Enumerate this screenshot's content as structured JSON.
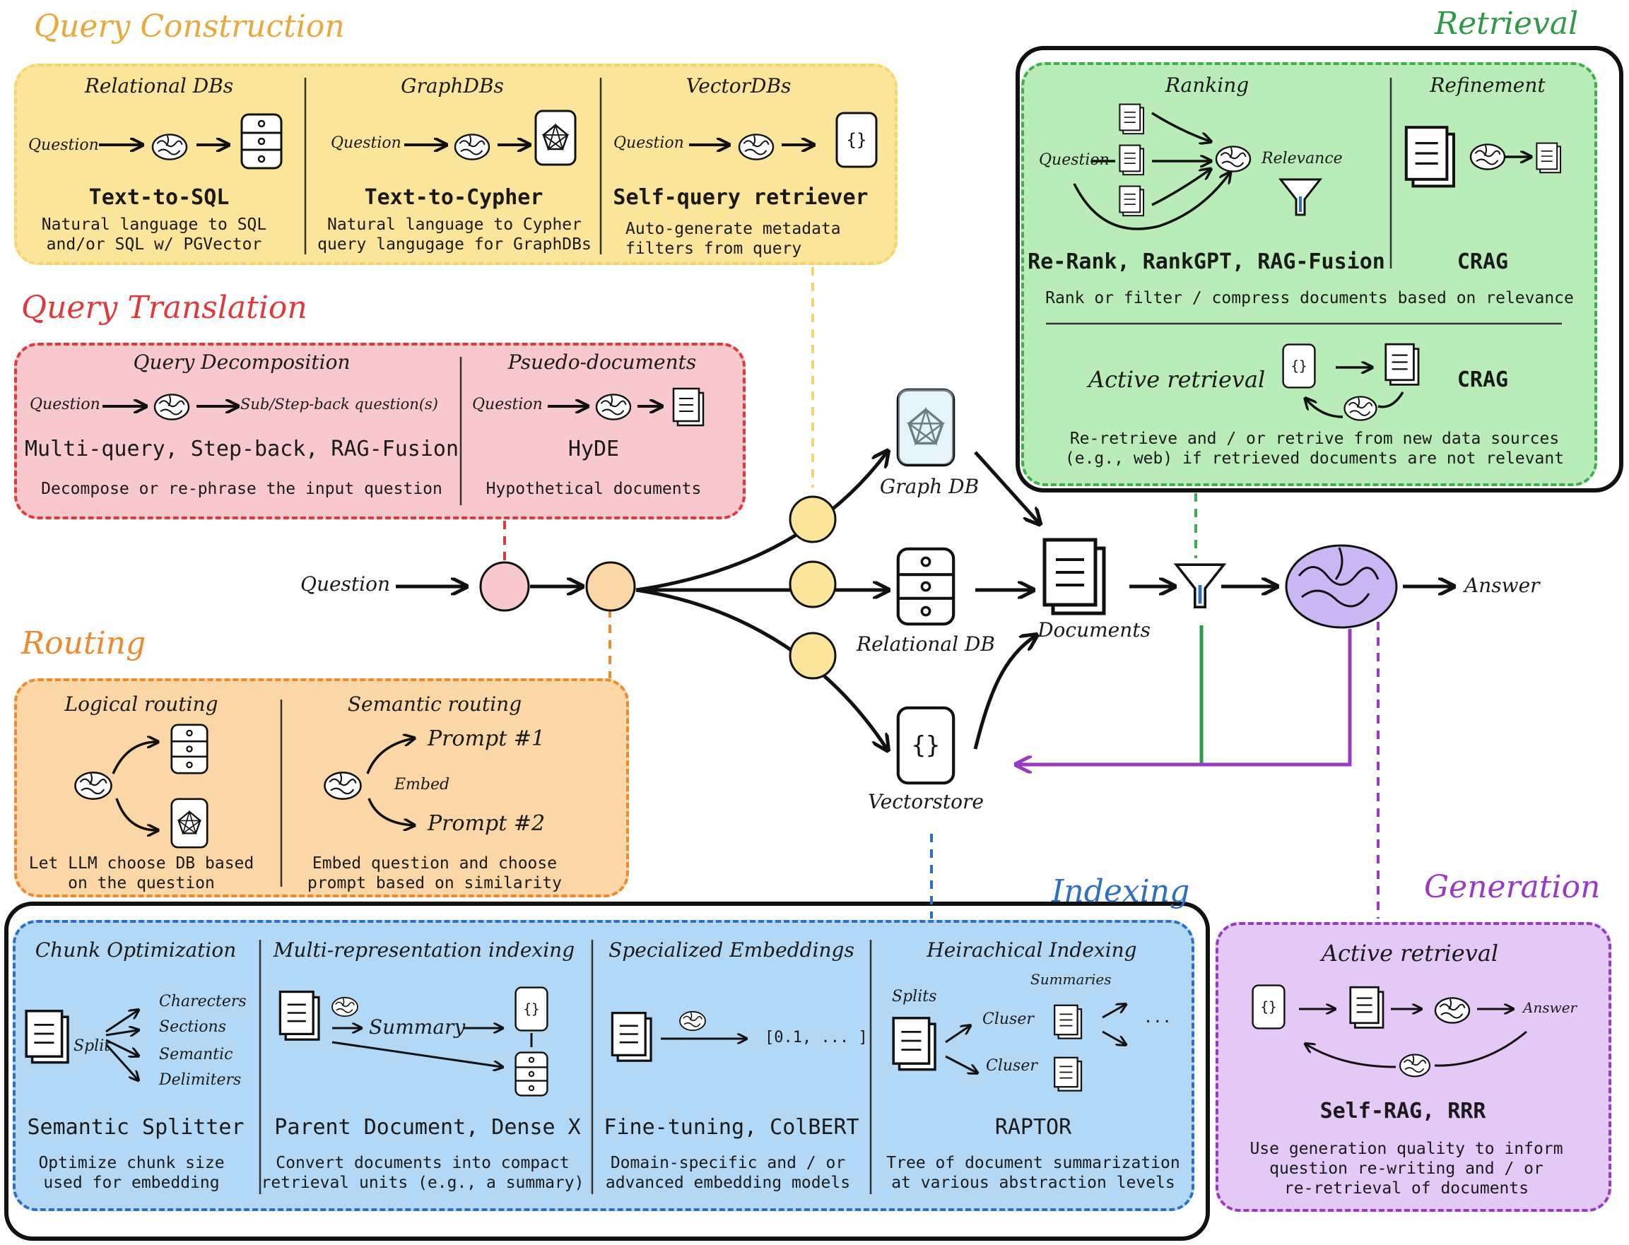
{
  "colors": {
    "yellow_bg": "#fbe59a",
    "yellow_border": "#f0c548",
    "red_bg": "#f8c9cc",
    "red_border": "#e0383d",
    "orange_bg": "#fbd7a8",
    "orange_border": "#ee8a2e",
    "green_bg": "#b9ecb8",
    "green_border": "#3fae4f",
    "blue_bg": "#b3d8f6",
    "blue_border": "#2d6fc2",
    "purple_bg": "#e3c9f5",
    "purple_border": "#9a39c4"
  },
  "sections": {
    "query_construction": {
      "title": "Query Construction",
      "panels": [
        {
          "title": "Relational DBs",
          "question": "Question",
          "method": "Text-to-SQL",
          "desc": "Natural language to SQL\nand/or SQL w/ PGVector",
          "icon": "relational-db-icon"
        },
        {
          "title": "GraphDBs",
          "question": "Question",
          "method": "Text-to-Cypher",
          "desc": "Natural language to Cypher\nquery langugage for GraphDBs",
          "icon": "graph-db-icon"
        },
        {
          "title": "VectorDBs",
          "question": "Question",
          "method": "Self-query retriever",
          "desc": "Auto-generate metadata\nfilters from query",
          "icon": "vector-db-icon"
        }
      ]
    },
    "query_translation": {
      "title": "Query Translation",
      "panels": [
        {
          "title": "Query Decomposition",
          "question": "Question",
          "output": "Sub/Step-back question(s)",
          "method": "Multi-query, Step-back, RAG-Fusion",
          "desc": "Decompose or re-phrase the input question"
        },
        {
          "title": "Psuedo-documents",
          "question": "Question",
          "method": "HyDE",
          "desc": "Hypothetical documents"
        }
      ]
    },
    "routing": {
      "title": "Routing",
      "panels": [
        {
          "title": "Logical routing",
          "desc": "Let LLM choose DB based\non the question"
        },
        {
          "title": "Semantic routing",
          "embed": "Embed",
          "prompt1": "Prompt #1",
          "prompt2": "Prompt #2",
          "desc": "Embed question and choose\nprompt based on similarity"
        }
      ]
    },
    "retrieval": {
      "title": "Retrieval",
      "ranking": {
        "title": "Ranking",
        "question": "Question",
        "relevance": "Relevance",
        "method": "Re-Rank, RankGPT, RAG-Fusion"
      },
      "refinement": {
        "title": "Refinement",
        "method": "CRAG"
      },
      "rank_desc": "Rank or filter / compress documents based on relevance",
      "active": {
        "title": "Active retrieval",
        "method": "CRAG",
        "desc": "Re-retrieve and / or retrive from new data sources\n(e.g., web) if retrieved documents are not relevant"
      }
    },
    "indexing": {
      "title": "Indexing",
      "panels": [
        {
          "title": "Chunk Optimization",
          "split": "Split",
          "items": [
            "Charecters",
            "Sections",
            "Semantic",
            "Delimiters"
          ],
          "method": "Semantic Splitter",
          "desc": "Optimize chunk size\nused for embedding"
        },
        {
          "title": "Multi-representation indexing",
          "summary": "Summary",
          "method": "Parent Document, Dense X",
          "desc": "Convert documents into compact\nretrieval units (e.g., a summary)"
        },
        {
          "title": "Specialized Embeddings",
          "vector": "[0.1, ... ]",
          "method": "Fine-tuning, ColBERT",
          "desc": "Domain-specific and / or\nadvanced embedding models"
        },
        {
          "title": "Heirachical Indexing",
          "summaries": "Summaries",
          "splits": "Splits",
          "cluster1": "Cluser",
          "cluster2": "Cluser",
          "ellipsis": "...",
          "method": "RAPTOR",
          "desc": "Tree of document summarization\nat various abstraction levels"
        }
      ]
    },
    "generation": {
      "title": "Generation",
      "panel": {
        "title": "Active retrieval",
        "answer": "Answer",
        "method": "Self-RAG, RRR",
        "desc": "Use generation quality to inform\nquestion re-writing and / or\nre-retrieval of documents"
      }
    }
  },
  "flow": {
    "question": "Question",
    "graph_db": "Graph DB",
    "relational_db": "Relational DB",
    "vectorstore": "Vectorstore",
    "documents": "Documents",
    "answer": "Answer"
  }
}
